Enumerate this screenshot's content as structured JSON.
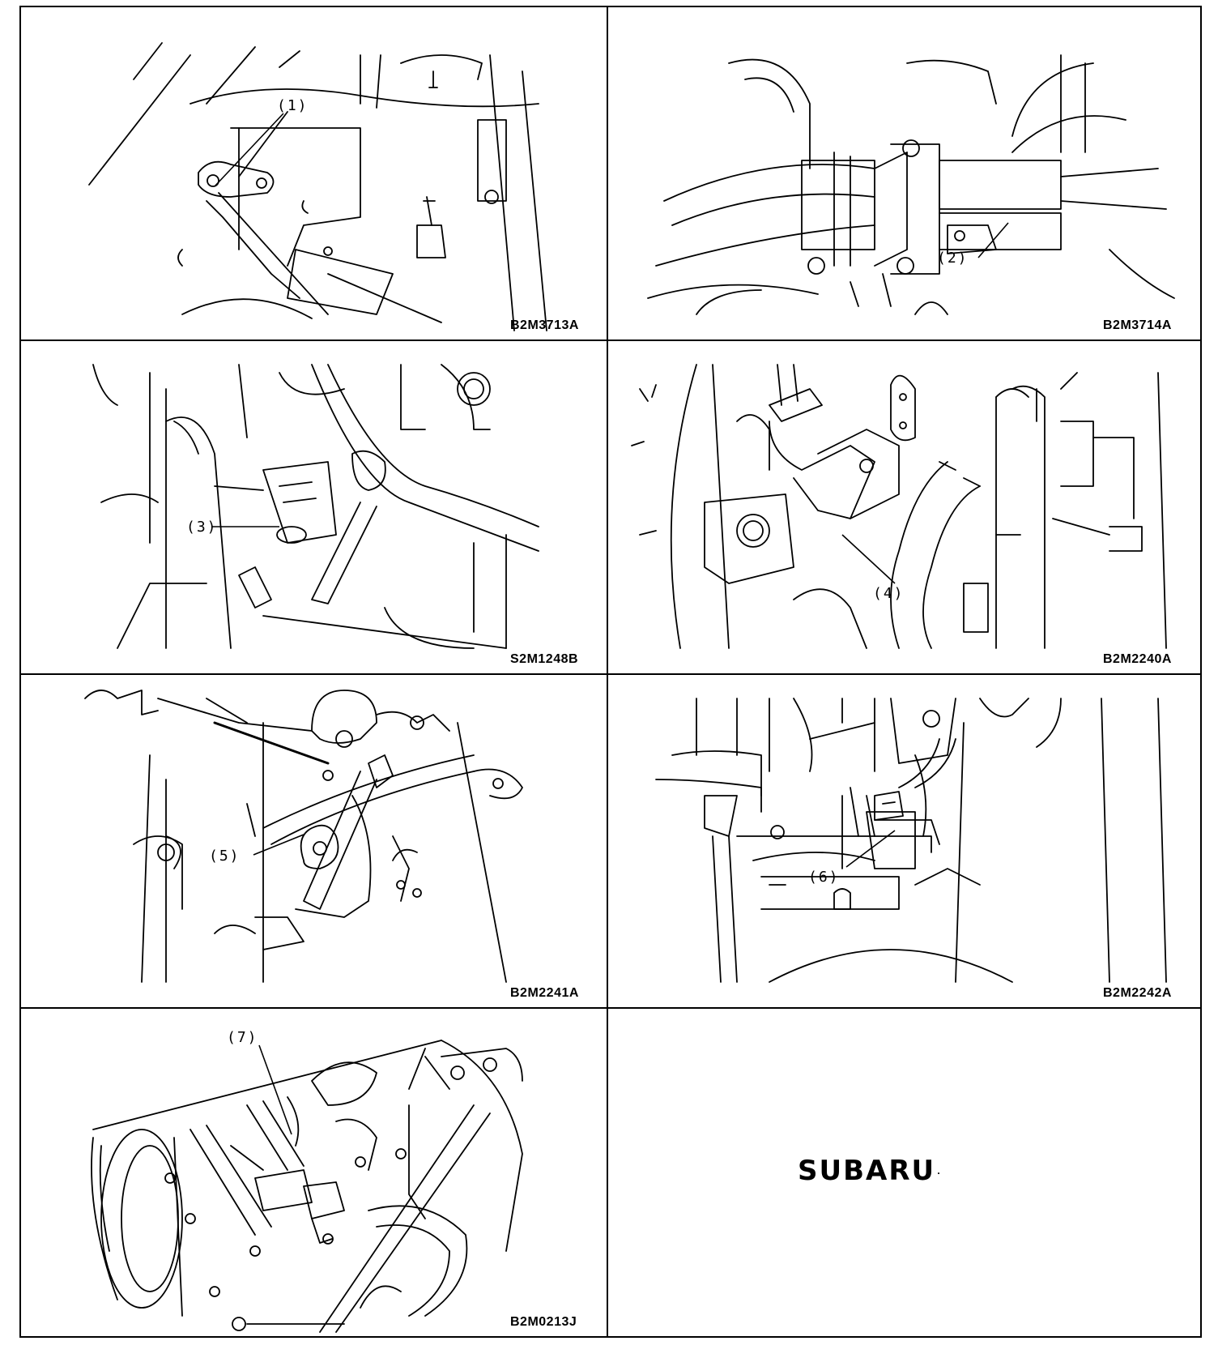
{
  "panels": [
    {
      "code": "B2M3713A",
      "callout": "(1)"
    },
    {
      "code": "B2M3714A",
      "callout": "(2)"
    },
    {
      "code": "S2M1248B",
      "callout": "(3)"
    },
    {
      "code": "B2M2240A",
      "callout": "(4)"
    },
    {
      "code": "B2M2241A",
      "callout": "(5)"
    },
    {
      "code": "B2M2242A",
      "callout": "(6)"
    },
    {
      "code": "B2M0213J",
      "callout": "(7)"
    }
  ],
  "brand": {
    "logo_text": "SUBARU",
    "mark": "."
  }
}
